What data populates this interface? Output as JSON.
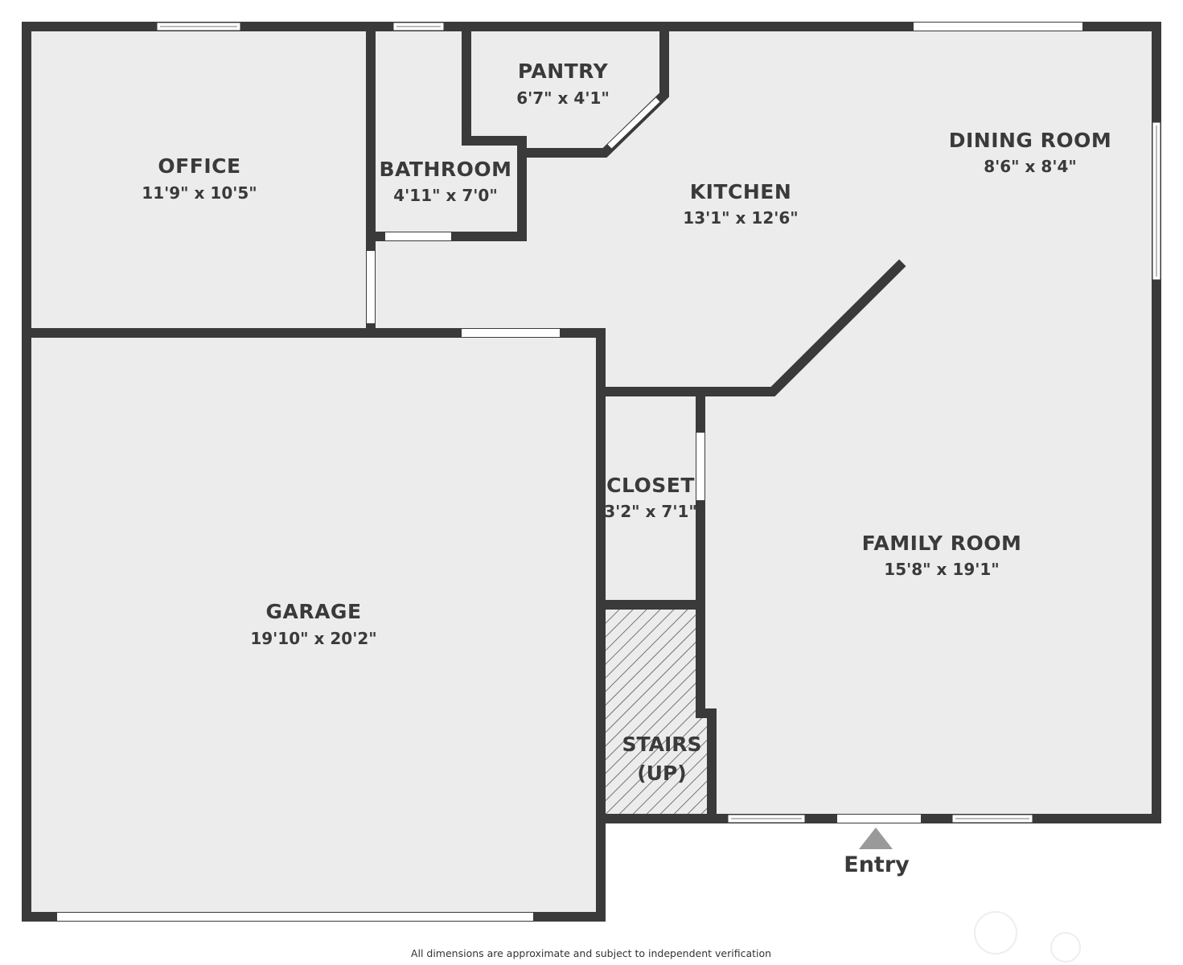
{
  "rooms": {
    "office": {
      "name": "OFFICE",
      "dims": "11'9\" x 10'5\""
    },
    "bathroom": {
      "name": "BATHROOM",
      "dims": "4'11\" x 7'0\""
    },
    "pantry": {
      "name": "PANTRY",
      "dims": "6'7\" x 4'1\""
    },
    "kitchen": {
      "name": "KITCHEN",
      "dims": "13'1\" x 12'6\""
    },
    "dining_room": {
      "name": "DINING ROOM",
      "dims": "8'6\" x 8'4\""
    },
    "closet": {
      "name": "CLOSET",
      "dims": "3'2\" x 7'1\""
    },
    "family_room": {
      "name": "FAMILY ROOM",
      "dims": "15'8\" x 19'1\""
    },
    "garage": {
      "name": "GARAGE",
      "dims": "19'10\" x 20'2\""
    },
    "stairs": {
      "line1": "STAIRS",
      "line2": "(UP)"
    }
  },
  "entry": {
    "label": "Entry"
  },
  "disclaimer": "All dimensions are approximate and subject to independent verification",
  "colors": {
    "wall": "#3a3a3a",
    "floor": "#ececec",
    "opening": "#ffffff",
    "marker": "#9a9a9a"
  }
}
